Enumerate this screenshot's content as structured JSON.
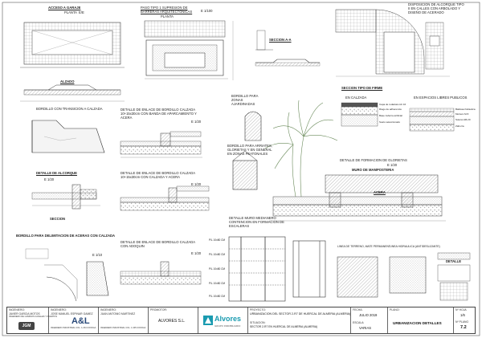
{
  "details": {
    "garage_title": "ACCESO A GARAJE",
    "garage_plan": "PLANTA",
    "garage_plan_scale": "E/E",
    "barrier_title": "PASO TIPO 1 SUPRESION DE BARRERAS ARQUITECTONICAS",
    "barrier_scale": "E 1/100",
    "barrier_plan": "PLANTA",
    "section_aa": "SECCION A-A",
    "alcorque_title": "DISPOSICION DE ALCORQUE TIPO II EN CALLES CON ARBOLADO Y DISEÑO DE ACERADO",
    "alzado": "ALZADO",
    "bordillo_transicion": "BORDILLO CON TRANSICION A CALZADA",
    "bordillo_parking_title": "DETALLE DE ENLACE DE BORDILLO CALZADA 10+15x30cm CON BANDA DE APARCAMIENTO Y ACERA",
    "bordillo_parking_scale": "E 1/20",
    "bordillo_ajardinadas": "BORDILLO PARA ZONAS AJARDINADAS",
    "bordillo_ajardinadas_detail": "BORDILLO PARA ARRIATES, GLORIETAS Y EN GENERAL EN ZONAS PEATONALES",
    "seccion_firme": "SECCION TIPO DE FIRME",
    "en_calzada": "EN CALZADA",
    "en_espacios": "EN ESPACIOS LIBRES PUBLICOS",
    "alcorque_detail": "DETALLE DE ALCORQUE",
    "alcorque_detail_scale": "E 1/20",
    "seccion": "SECCION",
    "bordillo_calzada_acera_title": "DETALLE DE ENLACE DE BORDILLO CALZADA 10+15x30cm CON CALZADA Y ACERA",
    "bordillo_calzada_acera_scale": "E 1/20",
    "muro_detail": "DETALLE MURO MEDIANERO CONTENCION EN FORMACION DE ESCALERAS",
    "glorieta_title": "DETALLE DE FORMACION DE GLORIETAS",
    "glorieta_scale": "E 1/20",
    "muro_mamposteria": "MURO DE MAMPOSTERIA",
    "acera": "ACERA",
    "delimitacion_title": "BORDILLO PARA DELIMITACION DE ACERAS CON CALZADA",
    "delimitacion_scale": "E 1/10",
    "adoquin_title": "DETALLE DE ENLACE DE BORDILLO CALZADA CON ADOQUIN",
    "adoquin_scale": "E 1/20",
    "linea_terreno": "LINEA DE TERRENO, MATE PERMANENT",
    "linea_hidraulica": "LINEA HIDRAULICA (ANTIDESLIZANTE)",
    "detalle": "DETALLE",
    "pil_labels": [
      "P/L 10x80 CM",
      "P/L 10x80 CM",
      "P/L 10x80 CM",
      "P/L 10x80 CM",
      "P/L 10x80 CM"
    ],
    "firme_left": [
      "Capa de rodadura AC 16",
      "Riego de adherencia",
      "Base zahorra artificial",
      "Suelo seleccionado"
    ],
    "firme_right": [
      "Baldosa hidraulica",
      "Mortero M-5",
      "Solera HM-20",
      "Zahorra"
    ]
  },
  "title_block": {
    "ingeniero_label": "INGENIERO:",
    "ingeniero_name": "JAVIER GARCIA MOTOS",
    "ingeniero_role": "INGENIERO DE CAMINOS CANALES Y PUERTOS",
    "ingeniero2_label": "INGENIERO:",
    "ingeniero2_name": "JOSE MANUEL ESPINAR GAMEZ",
    "ingeniero2_role": "INGENIERO INDUSTRIAL COL. 1.234 COIIOGA",
    "ingeniero3_label": "INGENIERO:",
    "ingeniero3_name": "JUAN ANTONIO MARTINEZ",
    "ingeniero3_role": "INGENIERO INDUSTRIAL COL. 1.345 COIIOGA",
    "logo_jgm": "JGM",
    "logo_al": "A&L",
    "promotor_label": "PROMOTOR:",
    "promotor": "ALVORES S.L.",
    "alvores_name": "Alvores",
    "alvores_sub": "GRUPO INMOBILIARIO",
    "proyecto_label": "PROYECTO:",
    "proyecto": "URBANIZACION DEL SECTOR 2-R7 DE HUERCAL DE ALMERIA (ALMERIA)",
    "fecha_label": "FECHA:",
    "fecha": "JULIO 2019",
    "situacion_label": "SITUACION:",
    "situacion": "SECTOR 2-R7 EN HUERCAL DE ALMERIA (ALMERIA)",
    "escala_label": "ESCALA:",
    "escala": "VARIAS",
    "plano_label": "PLANO:",
    "plano": "URBANIZACION DETALLES",
    "hoja_label": "Nº HOJA",
    "hoja": "1/6",
    "planonum_label": "Nº PLANO",
    "planonum": "7.2"
  }
}
